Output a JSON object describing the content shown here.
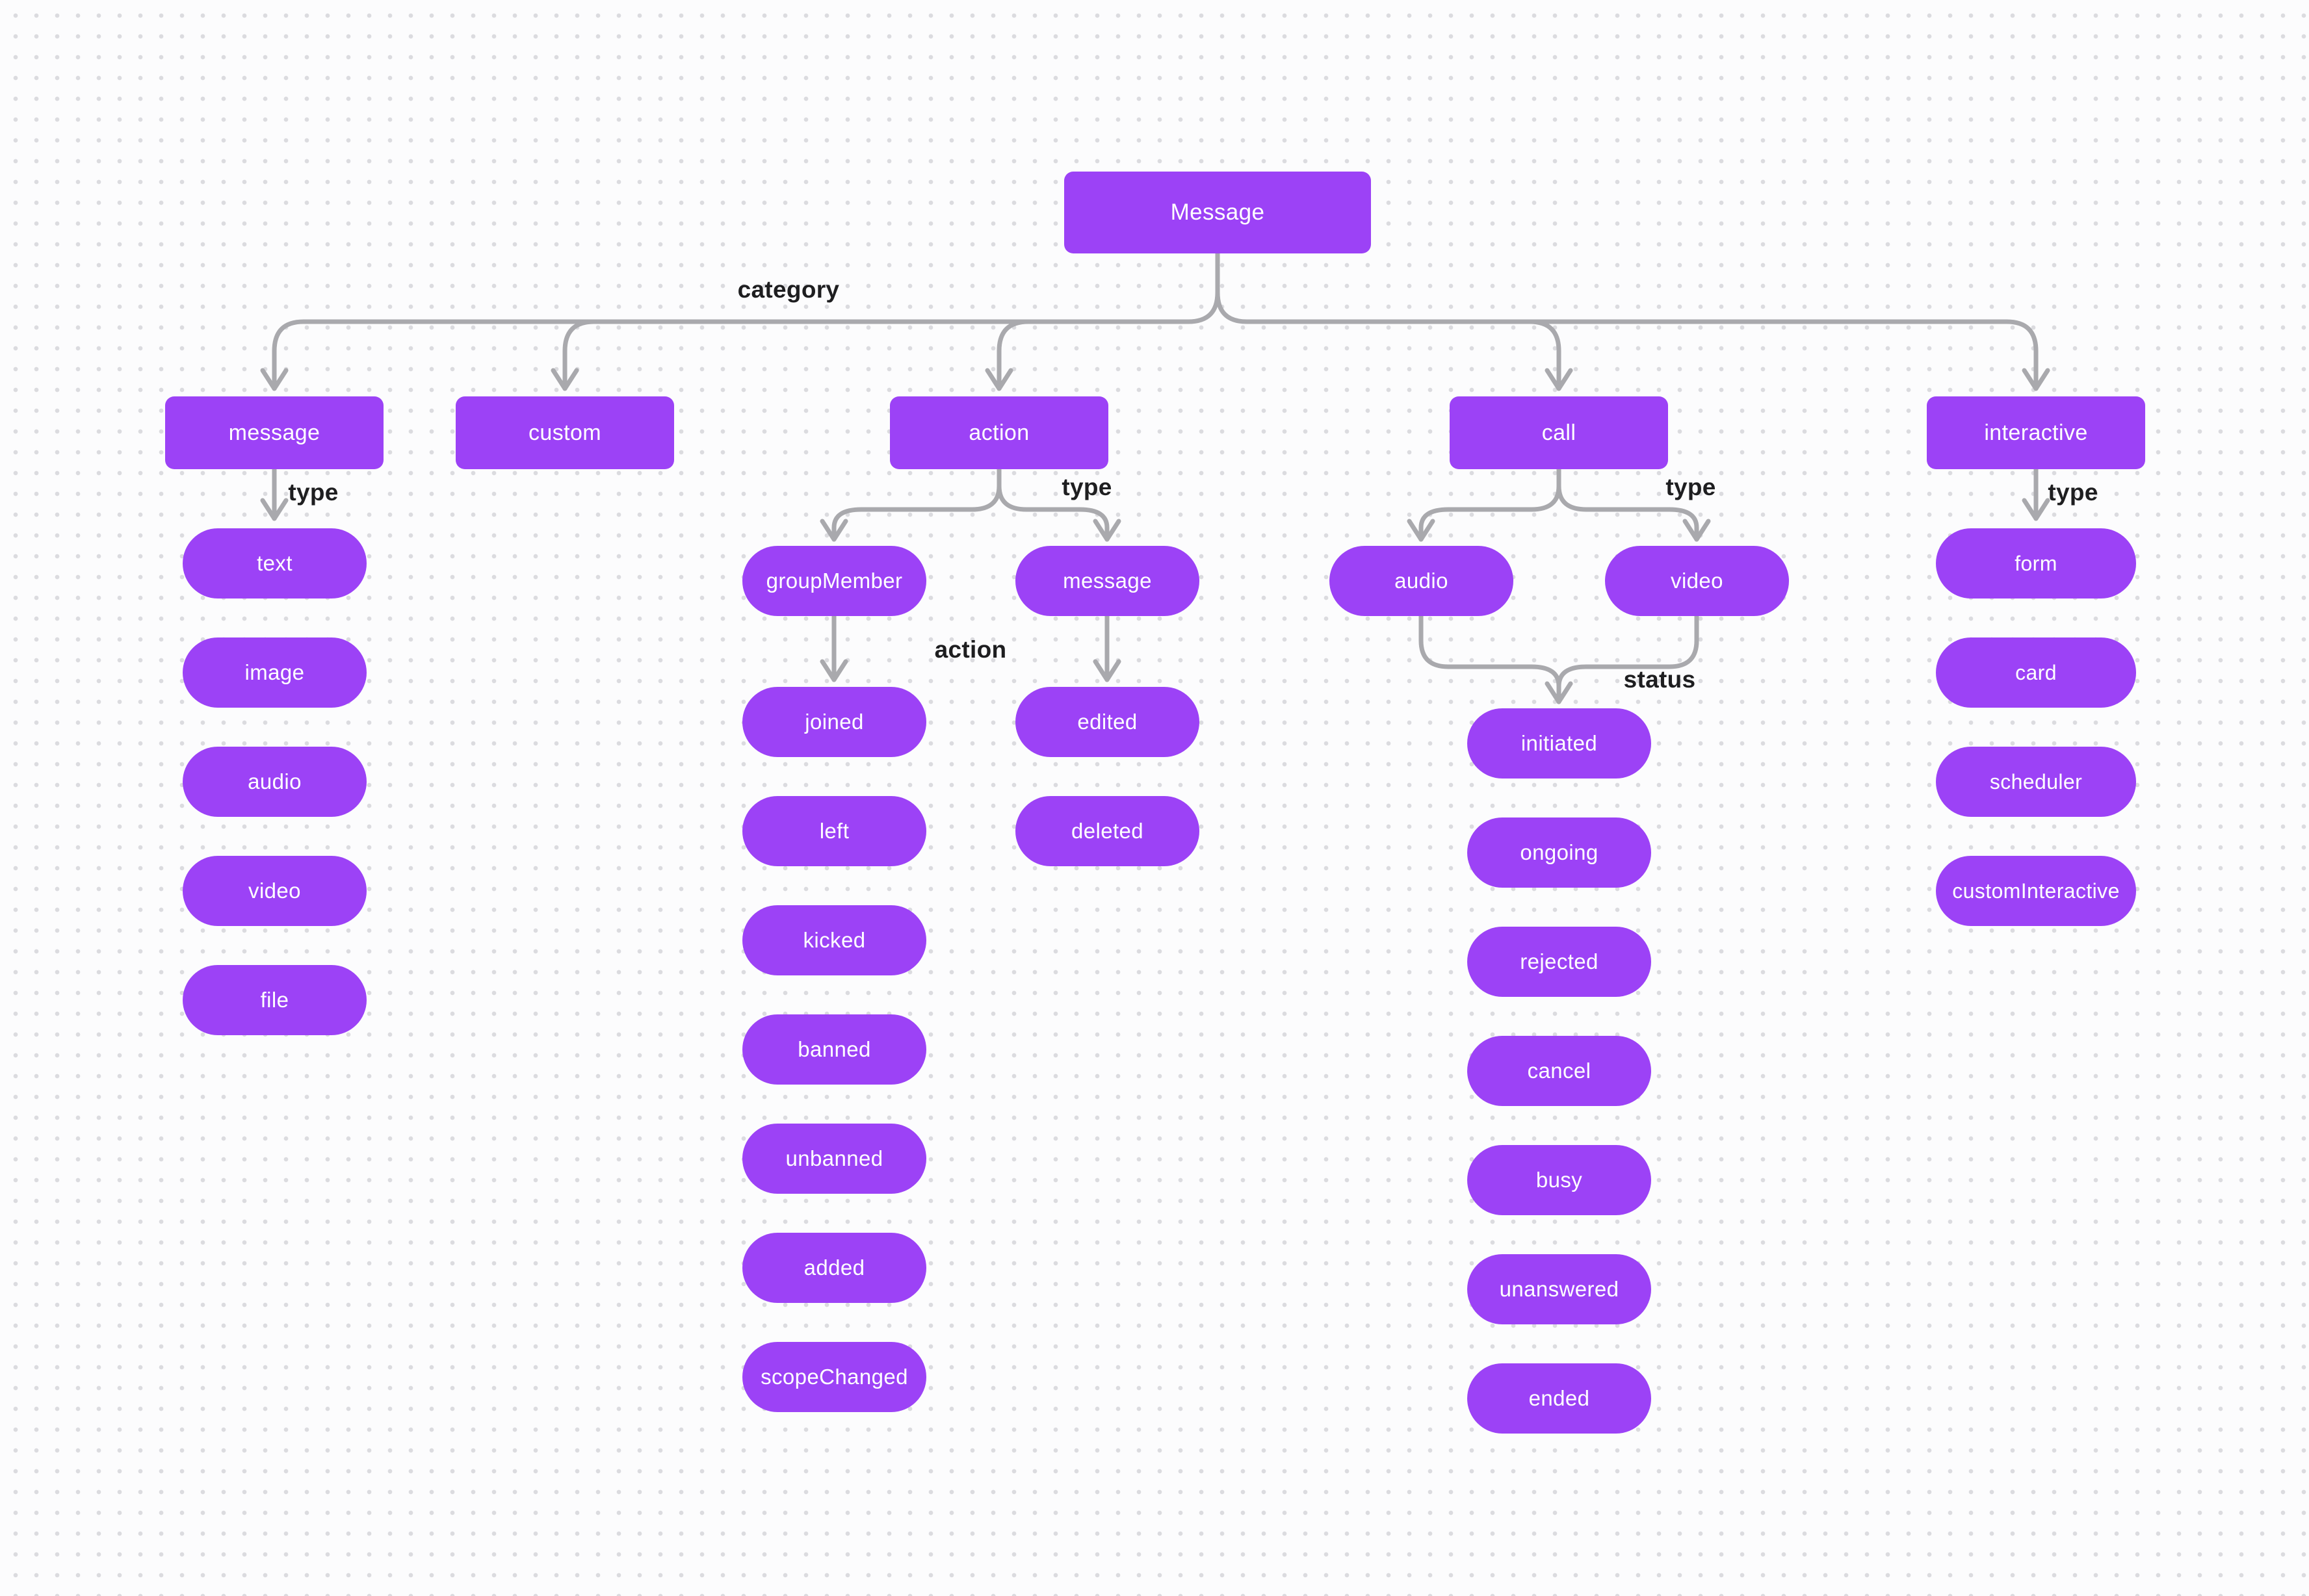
{
  "diagram": {
    "root": {
      "label": "Message"
    },
    "edge_labels": {
      "category": "category",
      "type": "type",
      "action": "action",
      "status": "status"
    },
    "categories": {
      "message": {
        "label": "message",
        "types": [
          "text",
          "image",
          "audio",
          "video",
          "file"
        ]
      },
      "custom": {
        "label": "custom"
      },
      "action": {
        "label": "action",
        "types": {
          "groupMember": {
            "label": "groupMember",
            "actions": [
              "joined",
              "left",
              "kicked",
              "banned",
              "unbanned",
              "added",
              "scopeChanged"
            ]
          },
          "message": {
            "label": "message",
            "actions": [
              "edited",
              "deleted"
            ]
          }
        }
      },
      "call": {
        "label": "call",
        "types": [
          "audio",
          "video"
        ],
        "statuses": [
          "initiated",
          "ongoing",
          "rejected",
          "cancel",
          "busy",
          "unanswered",
          "ended"
        ]
      },
      "interactive": {
        "label": "interactive",
        "types": [
          "form",
          "card",
          "scheduler",
          "customInteractive"
        ]
      }
    },
    "colors": {
      "node_fill": "#9c42f6",
      "node_text": "#ffffff",
      "connector": "#a9a9ad",
      "label_text": "#1e1e20",
      "background": "#fcfcfd",
      "grid_dot": "#dbdbdf"
    }
  }
}
